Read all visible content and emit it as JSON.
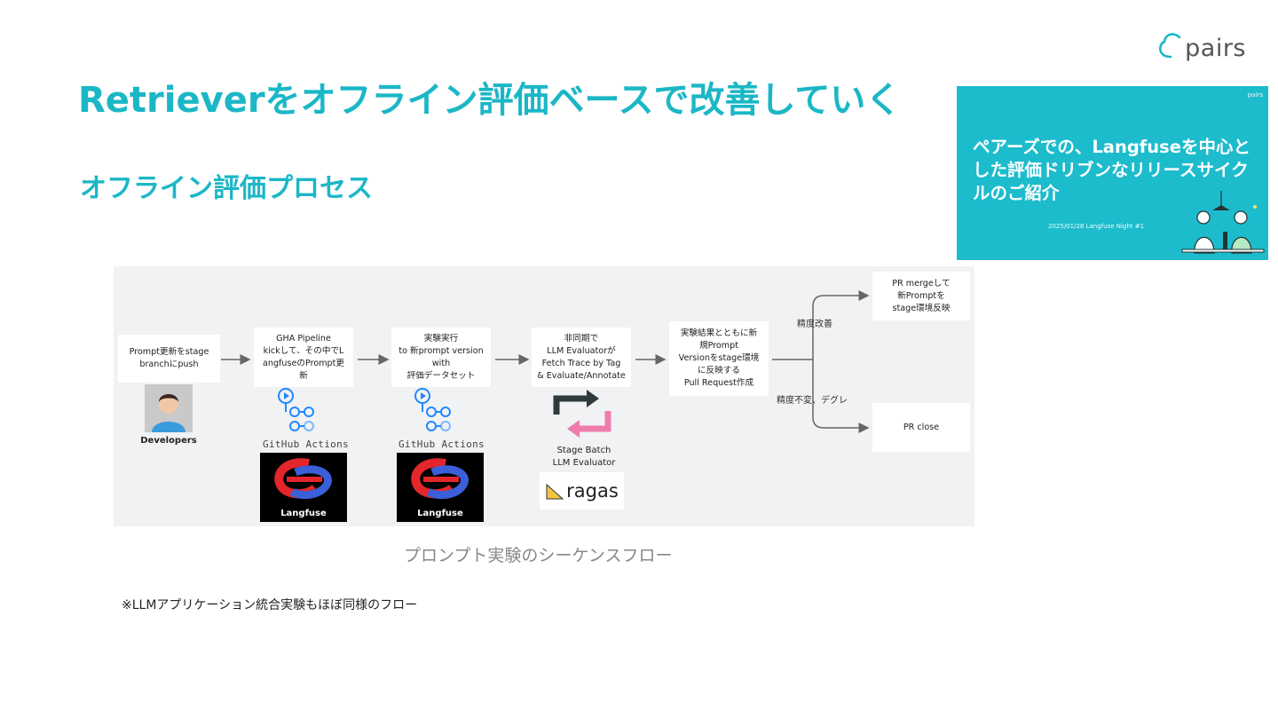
{
  "brand": {
    "logo_text": "pairs",
    "accent": "#1bb7c6"
  },
  "slide": {
    "title": "Retrieverをオフライン評価ベースで改善していく",
    "subtitle": "オフライン評価プロセス",
    "caption": "プロンプト実験のシーケンスフロー",
    "note": "※LLMアプリケーション統合実験もほぼ同様のフロー"
  },
  "thumbnail": {
    "logo_text": "pairs",
    "title": "ペアーズでの、Langfuseを中心とした評価ドリブンなリリースサイクルのご紹介",
    "date": "2025/01/28 Langfuse Night #1",
    "bg": "#1cbccd"
  },
  "flow": {
    "steps": [
      "Prompt更新をstage\nbranchにpush",
      "GHA Pipeline\nkickして、その中でL\nangfuseのPrompt更\n新",
      "実験実行\nto 新prompt version\nwith\n評価データセット",
      "非同期で\nLLM Evaluatorが\nFetch Trace by Tag\n& Evaluate/Annotate",
      "実験結果とともに新\n規Prompt\nVersionをstage環境\nに反映する\nPull Request作成",
      "PR mergeして\n新Promptを\nstage環境反映",
      "PR close"
    ],
    "branch_labels": {
      "improve": "精度改善",
      "regress": "精度不変、デグレ"
    },
    "developers_label": "Developers",
    "github_actions_label": "GitHub Actions",
    "langfuse_label": "Langfuse",
    "stage_batch_label": "Stage Batch\nLLM Evaluator",
    "ragas_label": "ragas"
  }
}
